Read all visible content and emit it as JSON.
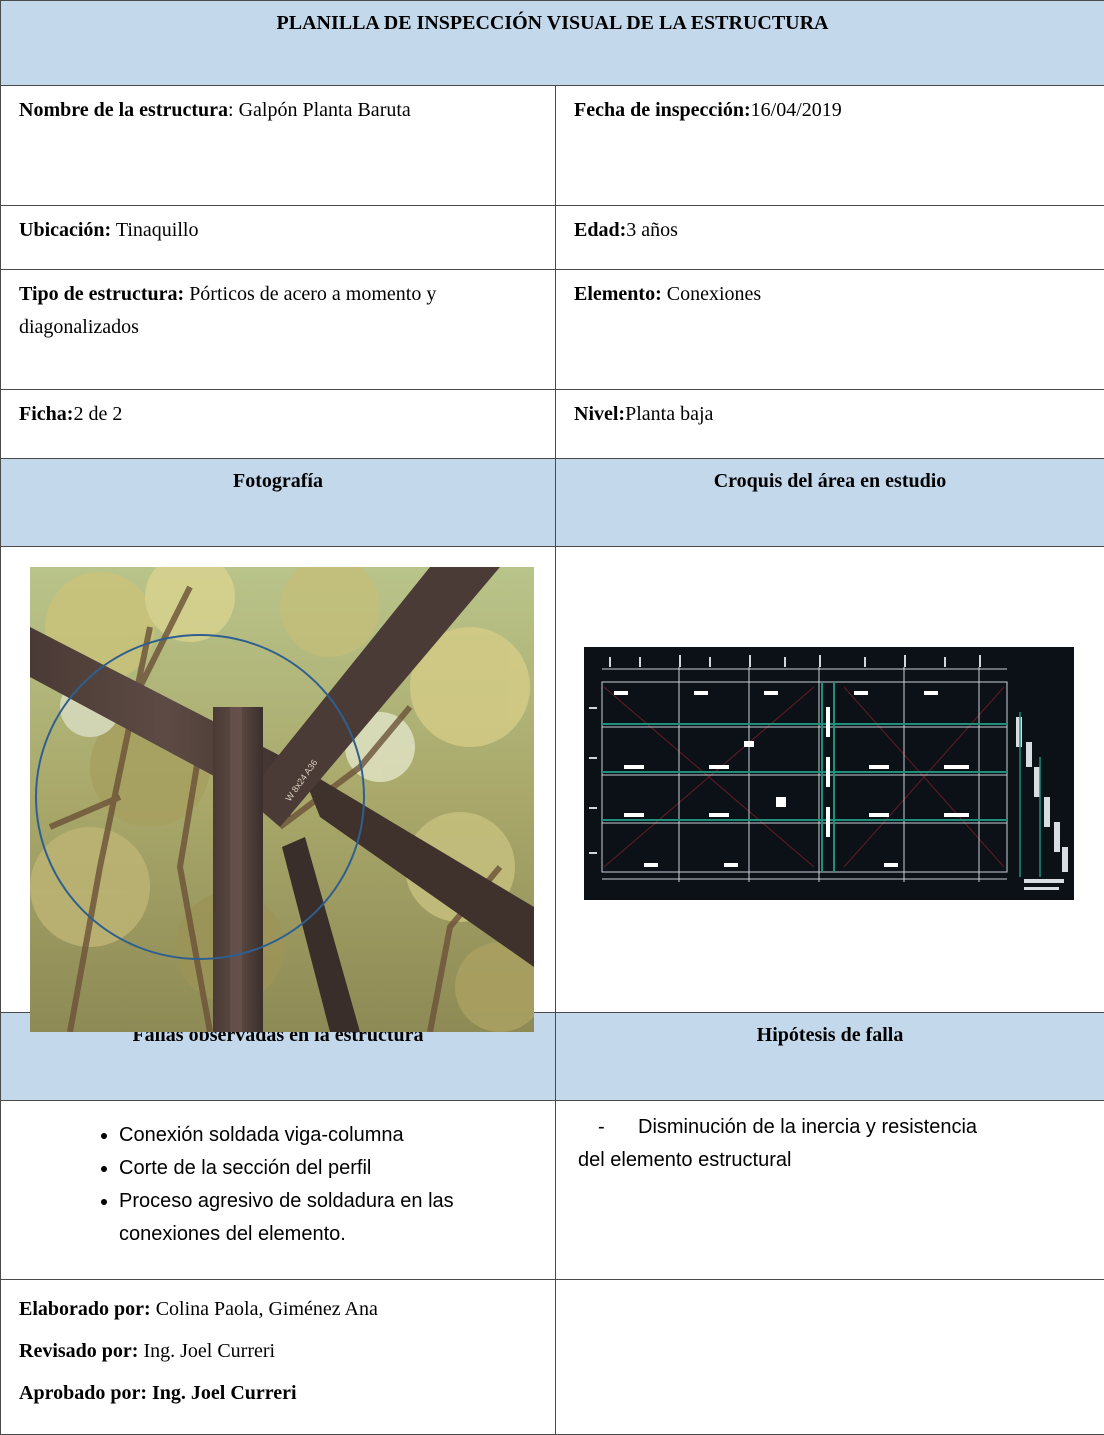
{
  "title": "PLANILLA DE INSPECCIÓN VISUAL DE LA ESTRUCTURA",
  "fields": {
    "nombre_label": "Nombre de la estructura",
    "nombre_value": ": Galpón Planta Baruta",
    "fecha_label": "Fecha de inspección:",
    "fecha_value": "16/04/2019",
    "ubicacion_label": "Ubicación:",
    "ubicacion_value": " Tinaquillo",
    "edad_label": "Edad:",
    "edad_value": "3 años",
    "tipo_label": "Tipo de estructura:",
    "tipo_value": " Pórticos de acero a momento y diagonalizados",
    "elemento_label": "Elemento:",
    "elemento_value": " Conexiones",
    "ficha_label": "Ficha:",
    "ficha_value": "2 de 2",
    "nivel_label": "Nivel:",
    "nivel_value": "Planta baja"
  },
  "sections": {
    "photo_header": "Fotografía",
    "sketch_header": "Croquis del área en estudio",
    "failures_header": "Fallas observadas en la estructura",
    "hypothesis_header": "Hipótesis de falla"
  },
  "failures": [
    "Conexión soldada viga-columna",
    "Corte de la sección del perfil",
    "Proceso agresivo de soldadura en las conexiones del elemento."
  ],
  "hypothesis": {
    "dash": "-",
    "text_first": "Disminución de la inercia y resistencia",
    "text_rest": "del elemento estructural"
  },
  "footer": {
    "elaborado_label": "Elaborado por:",
    "elaborado_value": " Colina Paola, Giménez Ana",
    "revisado_label": "Revisado por:",
    "revisado_value": " Ing. Joel Curreri",
    "aprobado_label": "Aprobado por: Ing. Joel Curreri"
  },
  "colors": {
    "header_bg": "#c4d8ec",
    "circle": "#2f5f8f",
    "cad_bg": "#0c1118"
  }
}
